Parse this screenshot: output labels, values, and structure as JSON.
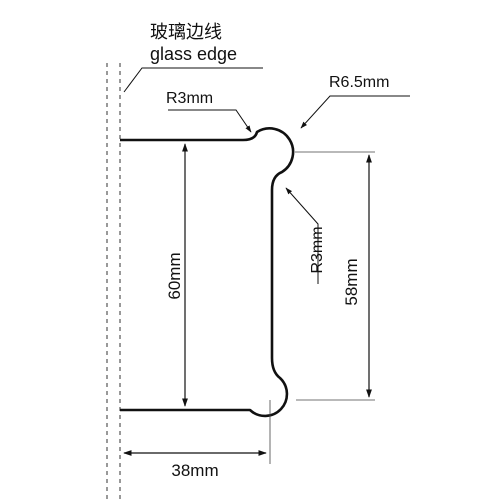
{
  "glass_edge": {
    "label_cn": "玻璃边线",
    "label_en": "glass edge"
  },
  "dimensions": {
    "outer_radius": "R6.5mm",
    "inner_radius_top": "R3mm",
    "inner_radius_middle": "R3mm",
    "total_height": "60mm",
    "flat_height": "58mm",
    "depth": "38mm"
  },
  "colors": {
    "line": "#111111",
    "guide": "#555555"
  }
}
